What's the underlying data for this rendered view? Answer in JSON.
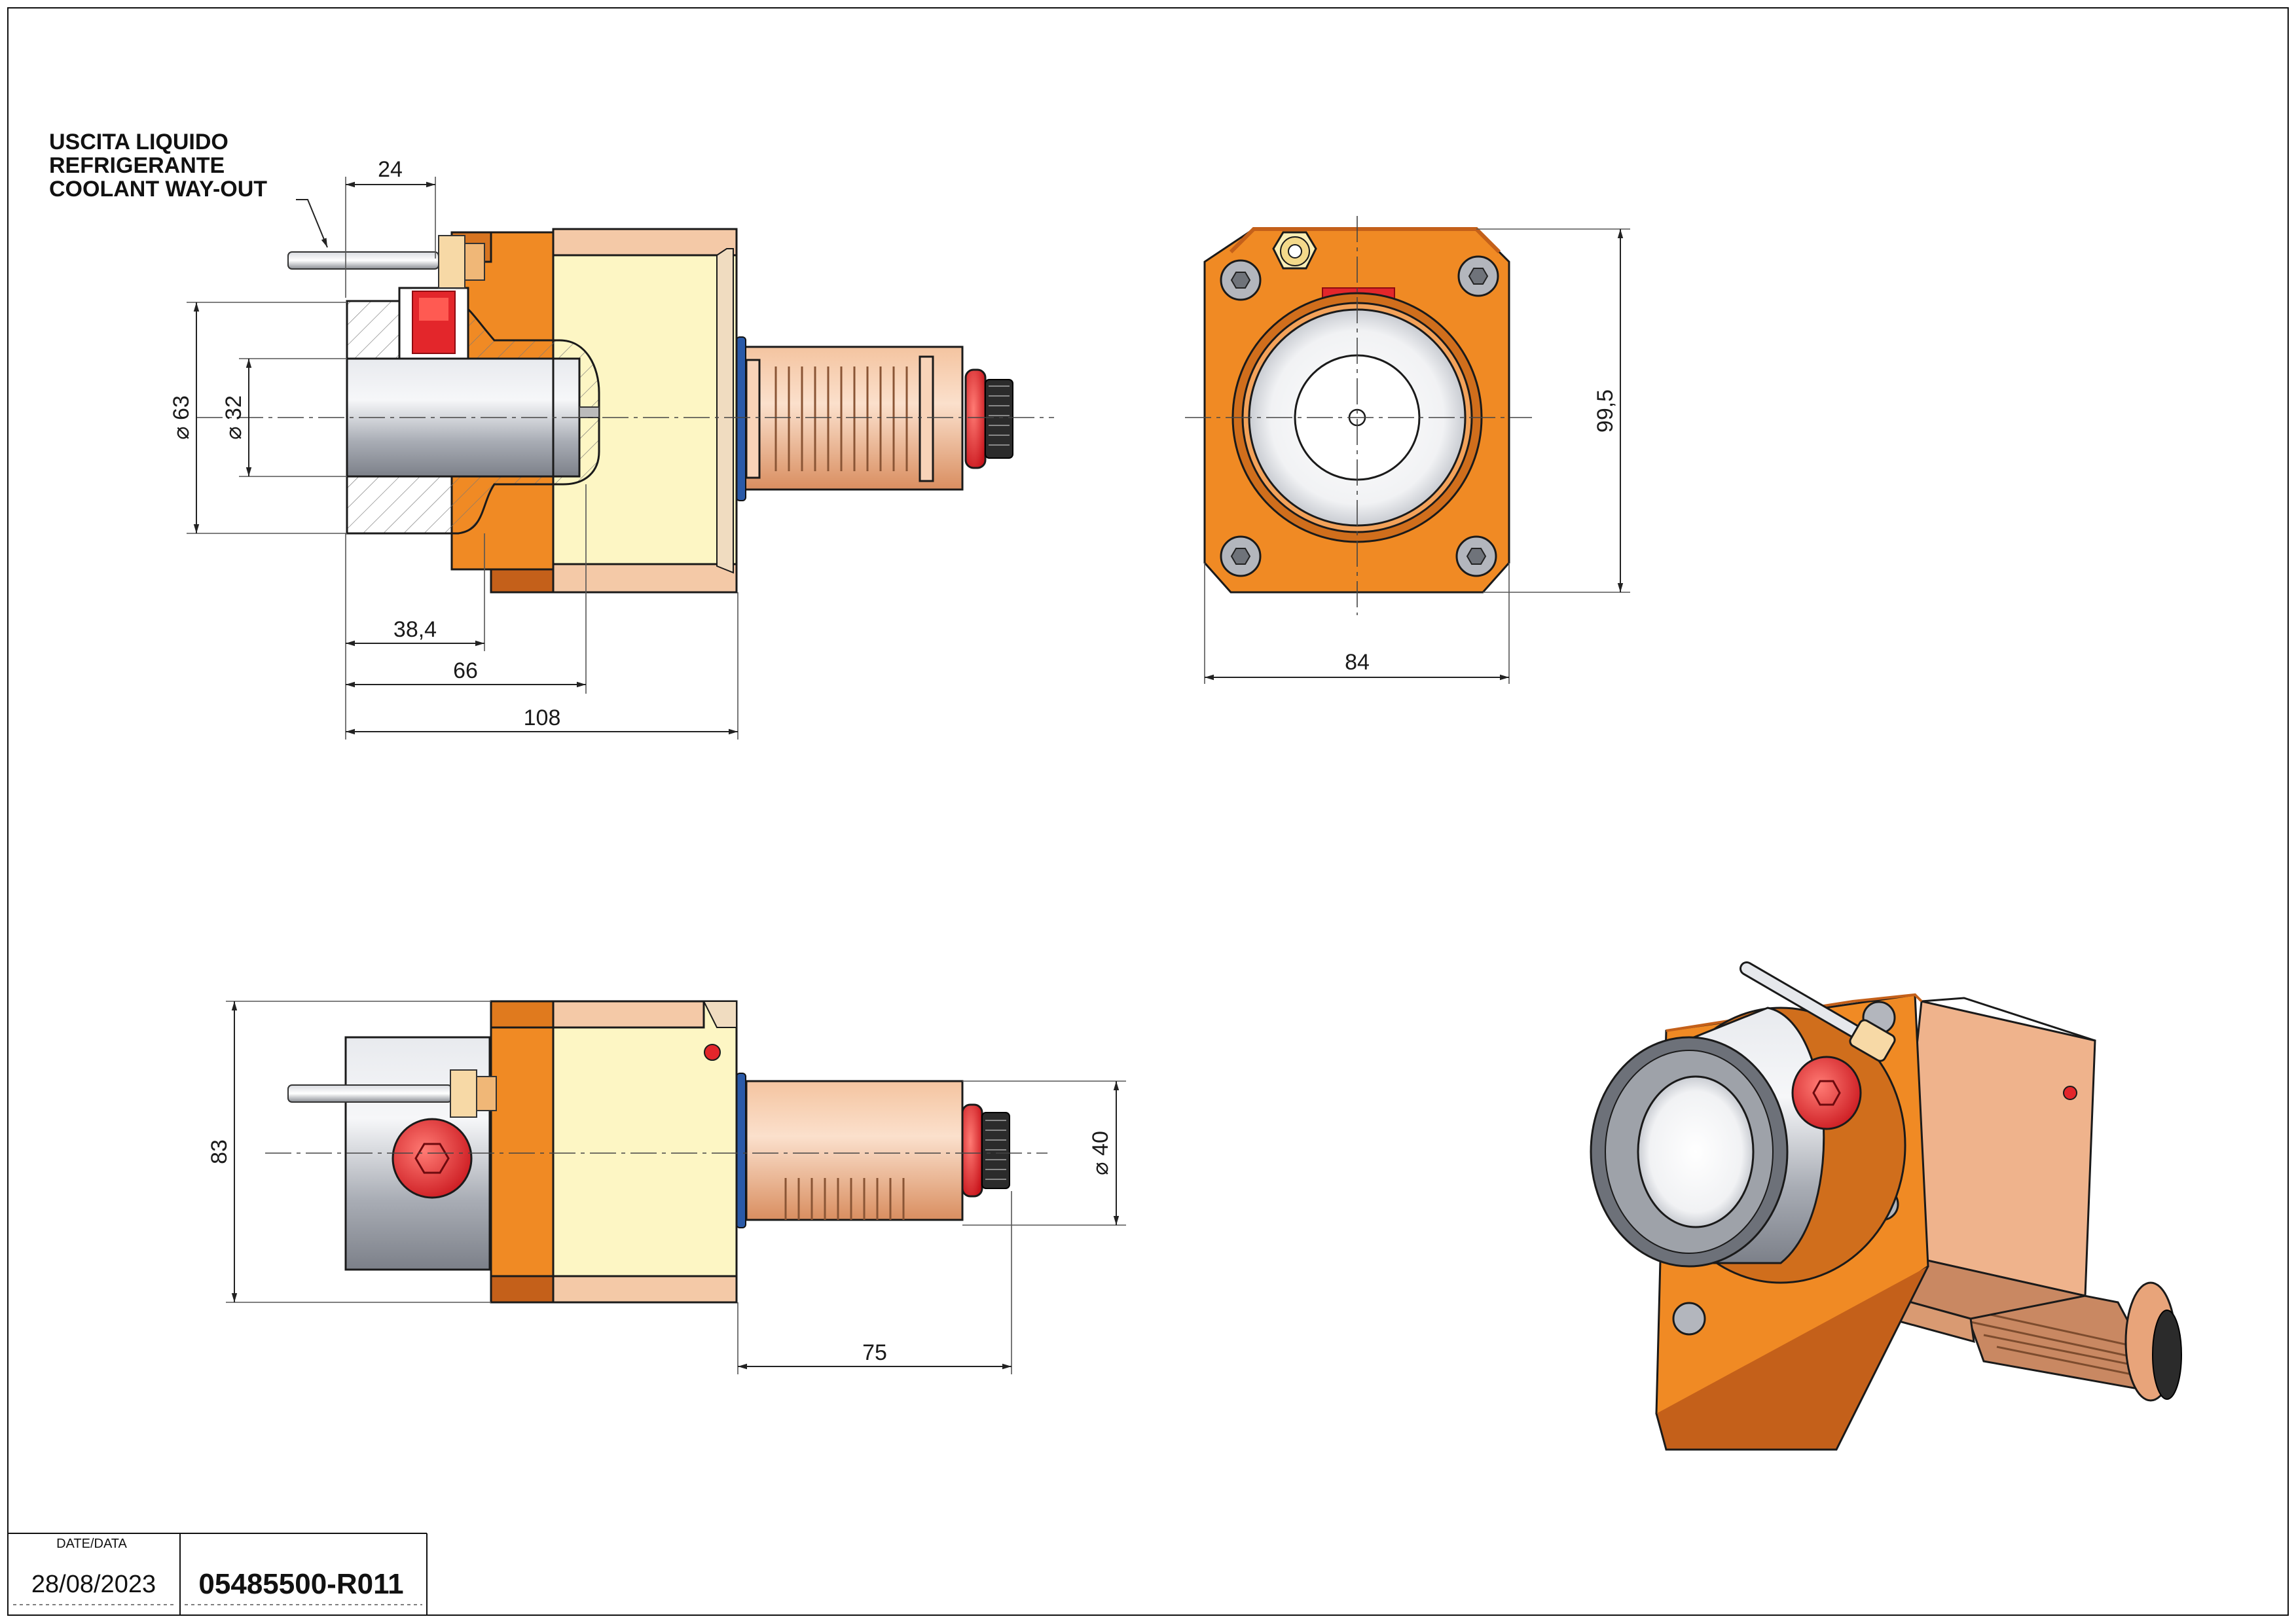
{
  "note": {
    "line1": "USCITA LIQUIDO",
    "line2": "REFRIGERANTE",
    "line3": "COOLANT WAY-OUT"
  },
  "dimensions": {
    "side_top_24": "24",
    "side_dia_63": "63",
    "side_dia_32": "32",
    "side_38_4": "38,4",
    "side_66": "66",
    "side_108": "108",
    "front_99_5": "99,5",
    "front_84": "84",
    "bottom_83": "83",
    "bottom_dia_40": "40",
    "bottom_75": "75"
  },
  "diameter_symbol": "⌀",
  "title_block": {
    "date_label": "DATE/DATA",
    "date": "28/08/2023",
    "code": "05485500-R011"
  },
  "colors": {
    "orange": "#f08a24",
    "dark_orange": "#c4601a",
    "cream": "#fdf6c4",
    "copper": "#e8a47a",
    "steel": "#b8bcc4",
    "red": "#e3262b",
    "blue_seal": "#2a5aa8"
  }
}
